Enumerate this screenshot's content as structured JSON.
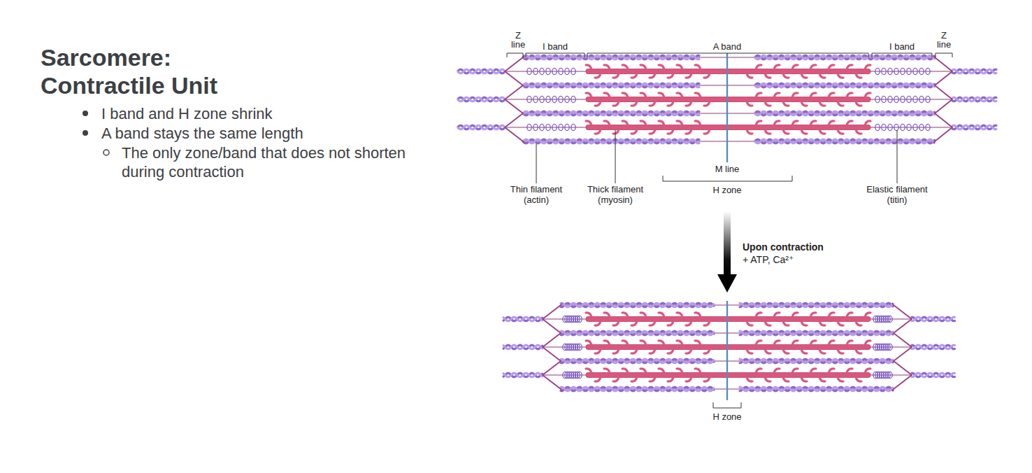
{
  "diagram": {
    "title": "Sarcomere: Contractile Unit",
    "labels": [
      "I band and H zone shrink",
      "A band stays the same length",
      "The only zone/band that does not shorten during contraction",
      "Z line",
      "I band",
      "A band",
      "I band",
      "Z line",
      "Thin filament (actin)",
      "Thick filament (myosin)",
      "M line",
      "H zone",
      "Elastic filament (titin)",
      "Upon contraction",
      "+ ATP, Ca²⁺",
      "H zone"
    ]
  }
}
